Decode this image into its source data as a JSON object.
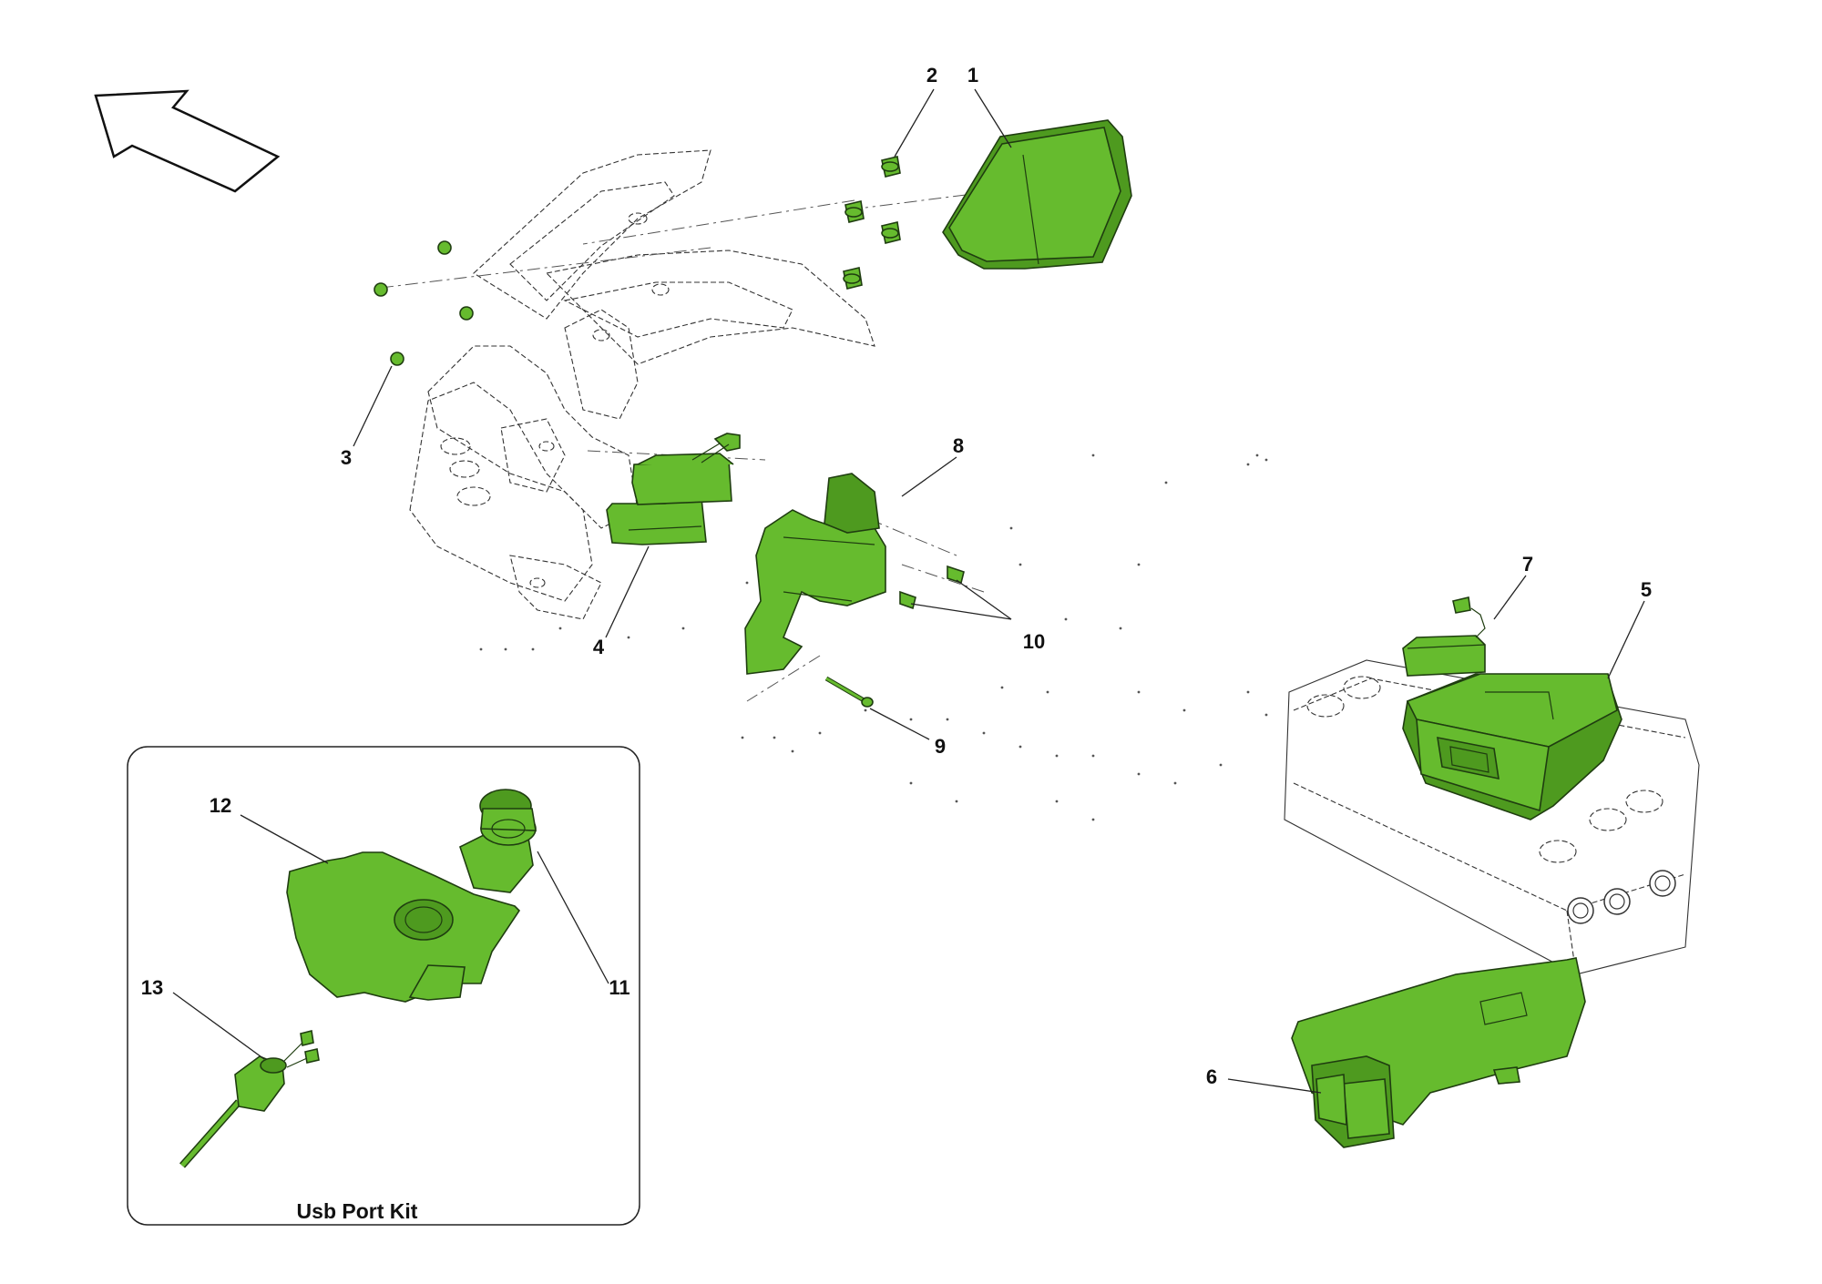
{
  "colors": {
    "highlight": "#66bb2e",
    "highlight_dark": "#4e9a1f",
    "outline": "#1f3d10",
    "sketch": "#333333",
    "background": "#ffffff"
  },
  "icons": {
    "orientation_arrow": "arrow-up-left-icon"
  },
  "callouts": {
    "c1": "1",
    "c2": "2",
    "c3": "3",
    "c4": "4",
    "c5": "5",
    "c6": "6",
    "c7": "7",
    "c8": "8",
    "c9": "9",
    "c10": "10",
    "c11": "11",
    "c12": "12",
    "c13": "13"
  },
  "inset": {
    "title": "Usb Port Kit"
  }
}
